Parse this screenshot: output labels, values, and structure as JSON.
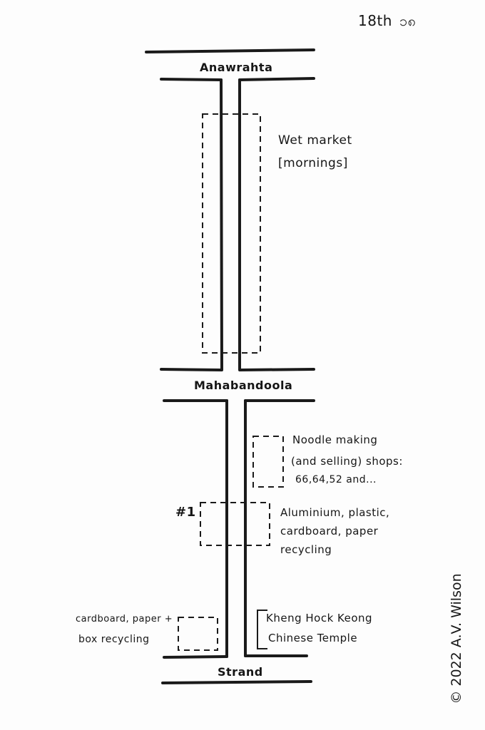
{
  "header": {
    "date": "18th",
    "date_burmese": "၁၈"
  },
  "roads": {
    "top": "Anawrahta",
    "middle": "Mahabandoola",
    "bottom": "Strand"
  },
  "labels": {
    "wet_market": [
      "Wet market",
      "[mornings]"
    ],
    "noodle": [
      "Noodle making",
      "(and selling) shops:",
      "66,64,52 and..."
    ],
    "marker": "#1",
    "recycling": [
      "Aluminium, plastic,",
      "cardboard, paper",
      "recycling"
    ],
    "box_recycling": [
      "cardboard, paper +",
      "box recycling"
    ],
    "temple": [
      "Kheng Hock Keong",
      "Chinese Temple"
    ]
  },
  "copyright": "© 2022 A.V. Wilson"
}
